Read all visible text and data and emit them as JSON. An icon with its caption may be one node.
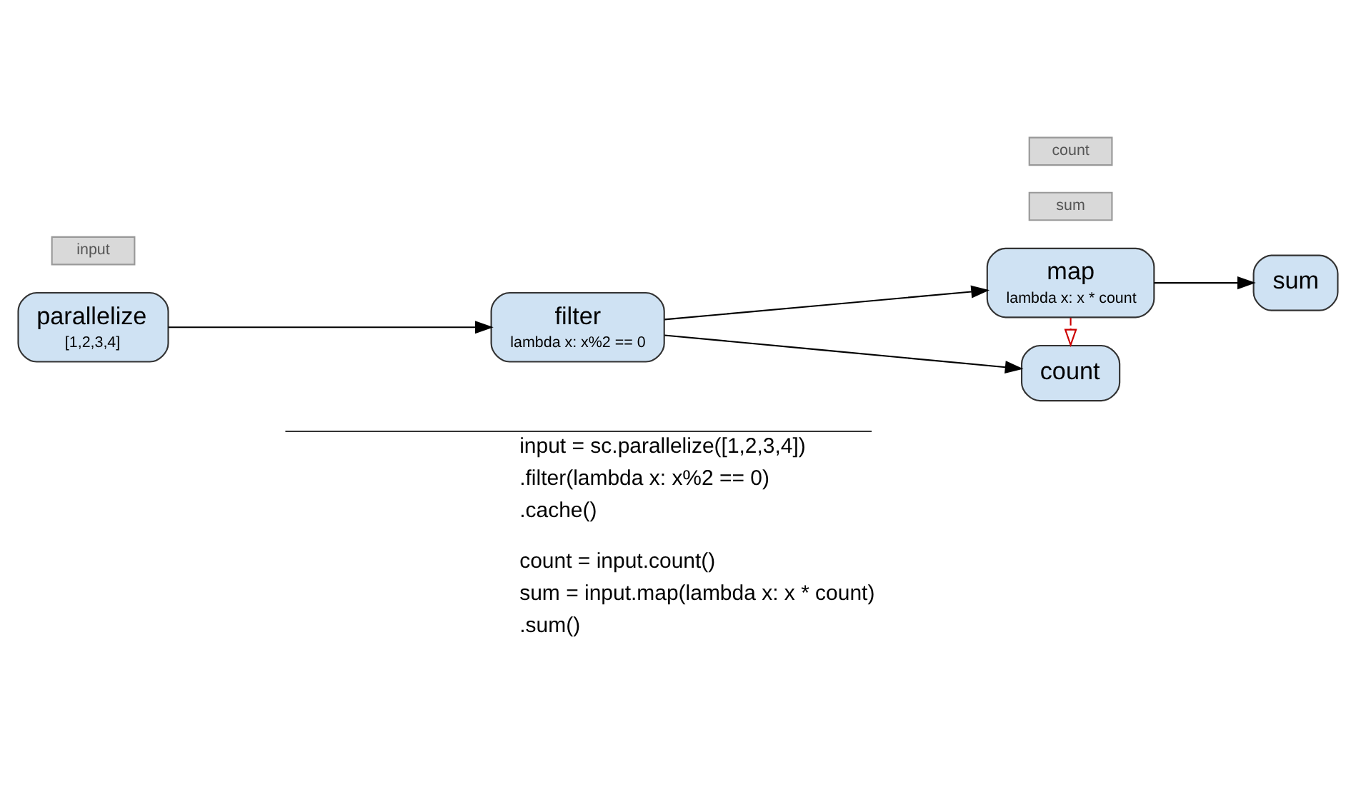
{
  "diagram": {
    "nodes": [
      {
        "text": [
          "input"
        ]
      },
      {
        "text": [
          "parallelize",
          "[1,2,3,4]"
        ]
      },
      {
        "text": [
          "filter",
          "lambda x: x%2 == 0"
        ]
      },
      {
        "text": [
          "sum"
        ]
      },
      {
        "text": [
          "map",
          "lambda x: x * count"
        ]
      },
      {
        "text": [
          "sum"
        ]
      },
      {
        "text": [
          "count"
        ]
      },
      {
        "text": [
          "count"
        ]
      }
    ],
    "edges": [
      {
        "from": 1,
        "to": 2,
        "arrow": "to"
      },
      {
        "from": 2,
        "to": 4,
        "arrow": "to"
      },
      {
        "from": 2,
        "to": 7,
        "arrow": "to"
      },
      {
        "from": 4,
        "to": 5,
        "arrow": "to"
      },
      {
        "from": 4,
        "to": 7,
        "arrow": "to",
        "style": "dashed",
        "color": "#cc0000"
      }
    ],
    "labels": [
      "input = sc.parallelize([1,2,3,4])",
      ".filter(lambda x: x%2 == 0)",
      ".cache()",
      "count = input.count()",
      "sum = input.map(lambda x: x * count)",
      ".sum()"
    ]
  }
}
